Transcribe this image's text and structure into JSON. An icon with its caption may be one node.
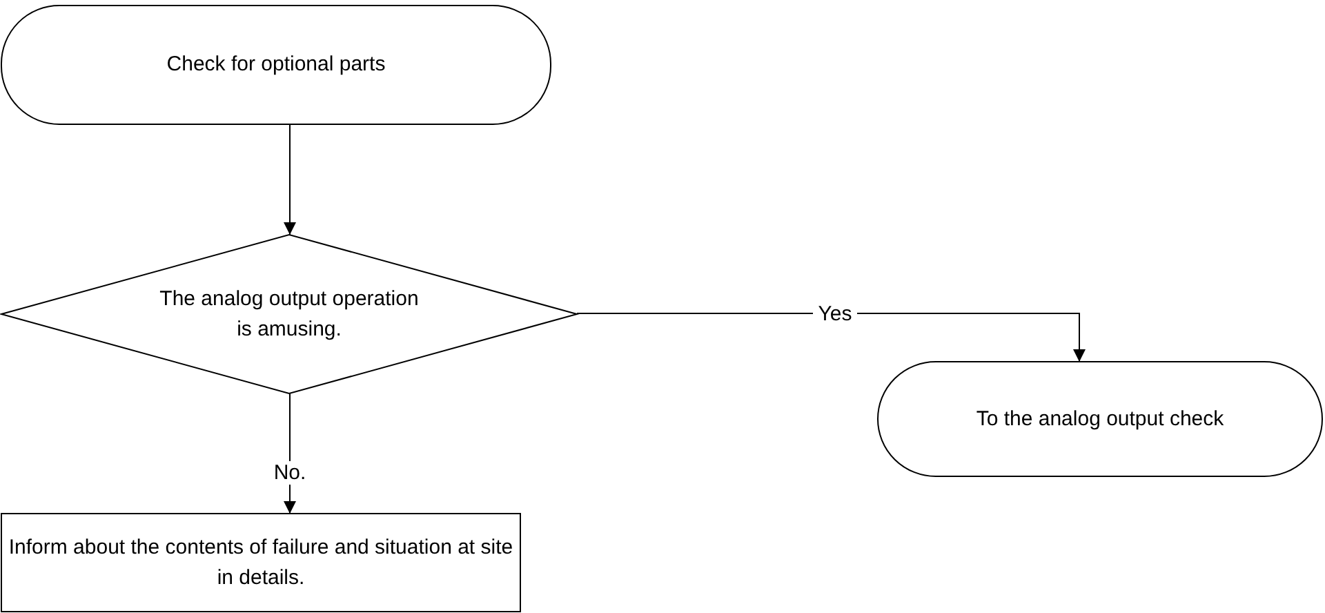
{
  "diagram": {
    "nodes": [
      {
        "text": [
          "Check for optional parts"
        ]
      },
      {
        "text": [
          "The analog output operation is amusing."
        ]
      },
      {
        "text": [
          "To the analog output check"
        ]
      },
      {
        "text": [
          "Inform about the contents of failure and situation at site in details."
        ]
      }
    ],
    "edges": [
      {
        "from": 0,
        "to": 1,
        "arrow": "to"
      },
      {
        "from": 1,
        "to": 2,
        "arrow": "to",
        "label": "Yes"
      },
      {
        "from": 1,
        "to": 3,
        "arrow": "to",
        "label": "No."
      }
    ]
  }
}
